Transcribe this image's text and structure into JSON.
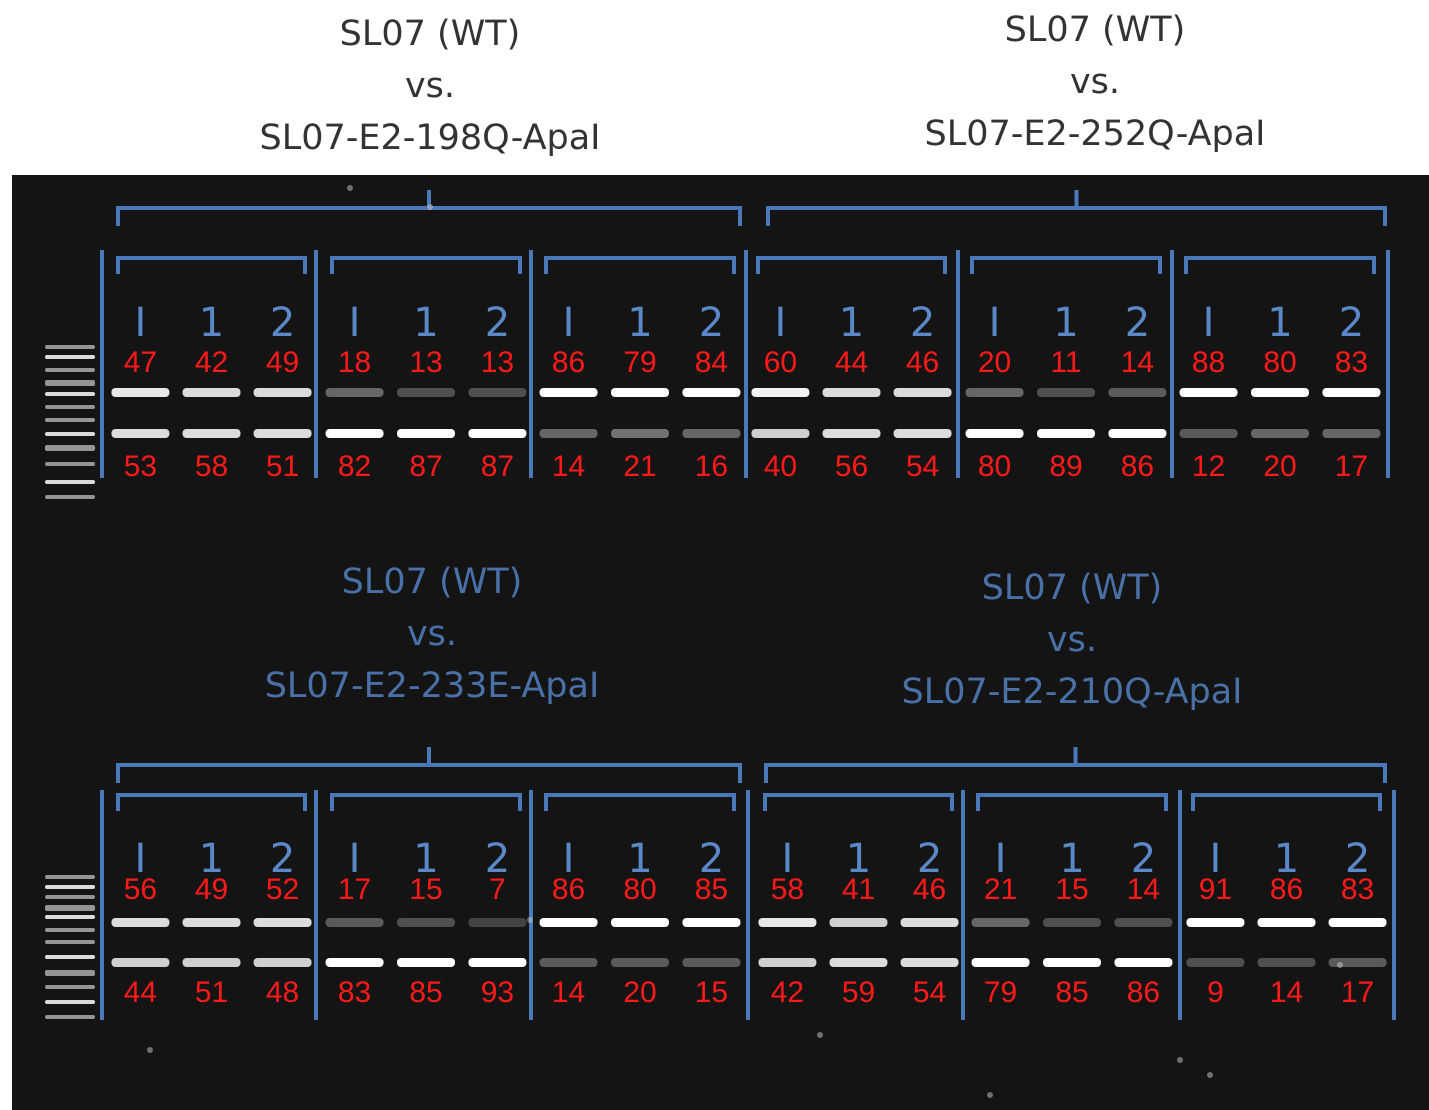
{
  "titles": [
    {
      "line1": "SL07 (WT)",
      "line2": "vs.",
      "line3": "SL07-E2-198Q-ApaI"
    },
    {
      "line1": "SL07 (WT)",
      "line2": "vs.",
      "line3": "SL07-E2-252Q-ApaI"
    },
    {
      "line1": "SL07 (WT)",
      "line2": "vs.",
      "line3": "SL07-E2-233E-ApaI"
    },
    {
      "line1": "SL07 (WT)",
      "line2": "vs.",
      "line3": "SL07-E2-210Q-ApaI"
    }
  ],
  "lane_labels": [
    "I",
    "1",
    "2"
  ],
  "rows": [
    {
      "groups": [
        {
          "top": [
            "47",
            "42",
            "49"
          ],
          "bottom": [
            "53",
            "58",
            "51"
          ],
          "upper_band": [
            0.9,
            0.85,
            0.85
          ],
          "lower_band": [
            0.85,
            0.85,
            0.85
          ]
        },
        {
          "top": [
            "18",
            "13",
            "13"
          ],
          "bottom": [
            "82",
            "87",
            "87"
          ],
          "upper_band": [
            0.35,
            0.25,
            0.25
          ],
          "lower_band": [
            1,
            1,
            1
          ]
        },
        {
          "top": [
            "86",
            "79",
            "84"
          ],
          "bottom": [
            "14",
            "21",
            "16"
          ],
          "upper_band": [
            1,
            1,
            1
          ],
          "lower_band": [
            0.35,
            0.4,
            0.35
          ]
        },
        {
          "top": [
            "60",
            "44",
            "46"
          ],
          "bottom": [
            "40",
            "56",
            "54"
          ],
          "upper_band": [
            0.95,
            0.85,
            0.85
          ],
          "lower_band": [
            0.8,
            0.85,
            0.85
          ]
        },
        {
          "top": [
            "20",
            "11",
            "14"
          ],
          "bottom": [
            "80",
            "89",
            "86"
          ],
          "upper_band": [
            0.35,
            0.25,
            0.3
          ],
          "lower_band": [
            1,
            1,
            1
          ]
        },
        {
          "top": [
            "88",
            "80",
            "83"
          ],
          "bottom": [
            "12",
            "20",
            "17"
          ],
          "upper_band": [
            1,
            1,
            1
          ],
          "lower_band": [
            0.3,
            0.35,
            0.35
          ]
        }
      ]
    },
    {
      "groups": [
        {
          "top": [
            "56",
            "49",
            "52"
          ],
          "bottom": [
            "44",
            "51",
            "48"
          ],
          "upper_band": [
            0.85,
            0.85,
            0.85
          ],
          "lower_band": [
            0.8,
            0.8,
            0.8
          ]
        },
        {
          "top": [
            "17",
            "15",
            "7"
          ],
          "bottom": [
            "83",
            "85",
            "93"
          ],
          "upper_band": [
            0.3,
            0.25,
            0.2
          ],
          "lower_band": [
            1,
            1,
            1
          ]
        },
        {
          "top": [
            "86",
            "80",
            "85"
          ],
          "bottom": [
            "14",
            "20",
            "15"
          ],
          "upper_band": [
            1,
            1,
            1
          ],
          "lower_band": [
            0.3,
            0.3,
            0.3
          ]
        },
        {
          "top": [
            "58",
            "41",
            "46"
          ],
          "bottom": [
            "42",
            "59",
            "54"
          ],
          "upper_band": [
            0.9,
            0.8,
            0.85
          ],
          "lower_band": [
            0.8,
            0.85,
            0.85
          ]
        },
        {
          "top": [
            "21",
            "15",
            "14"
          ],
          "bottom": [
            "79",
            "85",
            "86"
          ],
          "upper_band": [
            0.35,
            0.25,
            0.25
          ],
          "lower_band": [
            1,
            1,
            1
          ]
        },
        {
          "top": [
            "91",
            "86",
            "83"
          ],
          "bottom": [
            "9",
            "14",
            "17"
          ],
          "upper_band": [
            1,
            1,
            1
          ],
          "lower_band": [
            0.25,
            0.25,
            0.3
          ]
        }
      ]
    }
  ],
  "colors": {
    "gel_background": "#141414",
    "bracket": "#4a78b8",
    "value_text": "#ff1a1a",
    "lane_label": "#5a88c8",
    "band": "#ffffff",
    "mid_title": "#4a70a8",
    "top_title": "#333333"
  }
}
